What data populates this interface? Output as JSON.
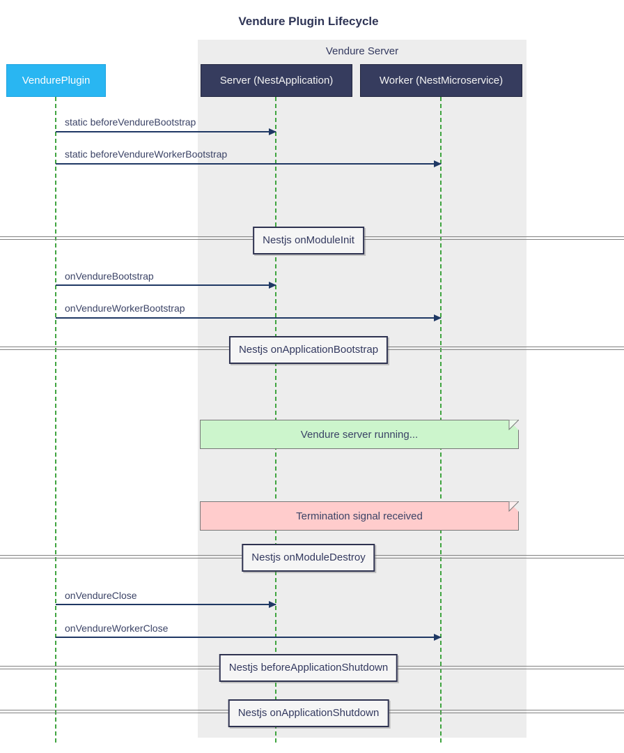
{
  "title": "Vendure Plugin Lifecycle",
  "group": {
    "label": "Vendure Server"
  },
  "actors": [
    {
      "id": "vendure-plugin",
      "label": "VendurePlugin",
      "fill": "#29b6f2"
    },
    {
      "id": "server",
      "label": "Server (NestApplication)",
      "fill": "#363c5e"
    },
    {
      "id": "worker",
      "label": "Worker (NestMicroservice)",
      "fill": "#363c5e"
    }
  ],
  "messages": [
    {
      "from": "VendurePlugin",
      "to": "Server (NestApplication)",
      "label": "static beforeVendureBootstrap"
    },
    {
      "from": "VendurePlugin",
      "to": "Worker (NestMicroservice)",
      "label": "static beforeVendureWorkerBootstrap"
    },
    {
      "from": "VendurePlugin",
      "to": "Server (NestApplication)",
      "label": "onVendureBootstrap"
    },
    {
      "from": "VendurePlugin",
      "to": "Worker (NestMicroservice)",
      "label": "onVendureWorkerBootstrap"
    },
    {
      "from": "VendurePlugin",
      "to": "Server (NestApplication)",
      "label": "onVendureClose"
    },
    {
      "from": "VendurePlugin",
      "to": "Worker (NestMicroservice)",
      "label": "onVendureWorkerClose"
    }
  ],
  "dividers": [
    {
      "label": "Nestjs onModuleInit"
    },
    {
      "label": "Nestjs onApplicationBootstrap"
    },
    {
      "label": "Nestjs onModuleDestroy"
    },
    {
      "label": "Nestjs beforeApplicationShutdown"
    },
    {
      "label": "Nestjs onApplicationShutdown"
    }
  ],
  "notes": [
    {
      "label": "Vendure server running...",
      "fill": "#ccf5cc"
    },
    {
      "label": "Termination signal received",
      "fill": "#ffcccc"
    }
  ],
  "colors": {
    "plugin_actor_fill": "#29b6f2",
    "server_actor_fill": "#363c5e",
    "actor_text": "#f2f2f2",
    "group_box_fill": "#ededed",
    "lifeline_green": "#3fa43f",
    "arrow_navy": "#1f3864",
    "text_navy": "#3b4366",
    "divider_box_fill": "#f5f5f5",
    "divider_border": "#2e3250",
    "note_green_fill": "#ccf5cc",
    "note_pink_fill": "#ffcccc"
  }
}
